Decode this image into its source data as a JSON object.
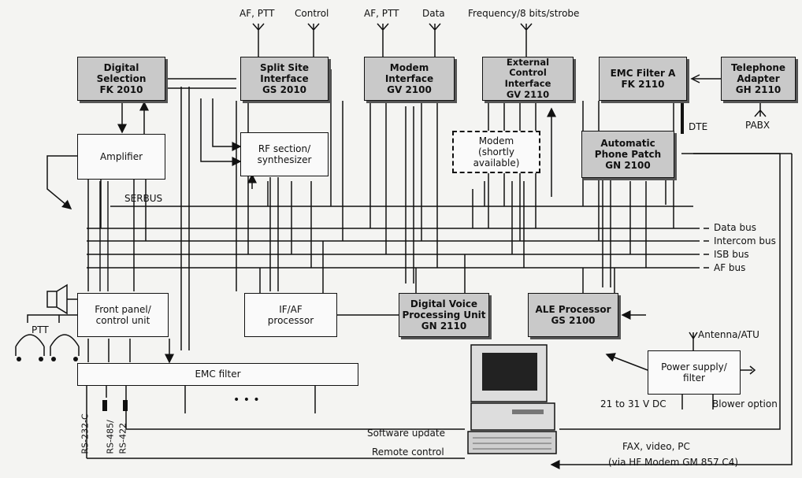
{
  "top_labels": {
    "af_ptt_1": "AF, PTT",
    "control": "Control",
    "af_ptt_2": "AF, PTT",
    "data": "Data",
    "frequency": "Frequency/8 bits/strobe"
  },
  "blocks": {
    "digital_selection": "Digital\nSelection\nFK 2010",
    "split_site": "Split Site\nInterface\nGS 2010",
    "modem_interface": "Modem\nInterface\nGV 2100",
    "external_control": "External\nControl Interface\nGV 2110",
    "emc_filter_a": "EMC Filter A\nFK 2110",
    "telephone_adapter": "Telephone\nAdapter\nGH 2110",
    "amplifier": "Amplifier",
    "rf_section": "RF section/\nsynthesizer",
    "modem": "Modem\n(shortly available)",
    "auto_phone_patch": "Automatic\nPhone Patch\nGN 2100",
    "front_panel": "Front panel/\ncontrol unit",
    "if_af": "IF/AF\nprocessor",
    "dvpu": "Digital Voice\nProcessing Unit\nGN 2110",
    "ale": "ALE Processor\nGS 2100",
    "power_supply": "Power supply/\nfilter",
    "emc_filter": "EMC filter"
  },
  "labels": {
    "pabx": "PABX",
    "dte": "DTE",
    "serbus": "SERBUS",
    "data_bus": "Data bus",
    "intercom_bus": "Intercom bus",
    "isb_bus": "ISB bus",
    "af_bus": "AF bus",
    "ptt": "PTT",
    "antenna": "Antenna/ATU",
    "dc": "21 to 31 V DC",
    "blower": "Blower option",
    "rs232": "RS-232-C",
    "rs485": "RS-485/",
    "rs422": "RS-422",
    "software_update": "Software update",
    "remote_control": "Remote control",
    "fax": "FAX, video, PC",
    "via_modem": "(via HF Modem GM 857 C4)",
    "dots": "• • •"
  }
}
